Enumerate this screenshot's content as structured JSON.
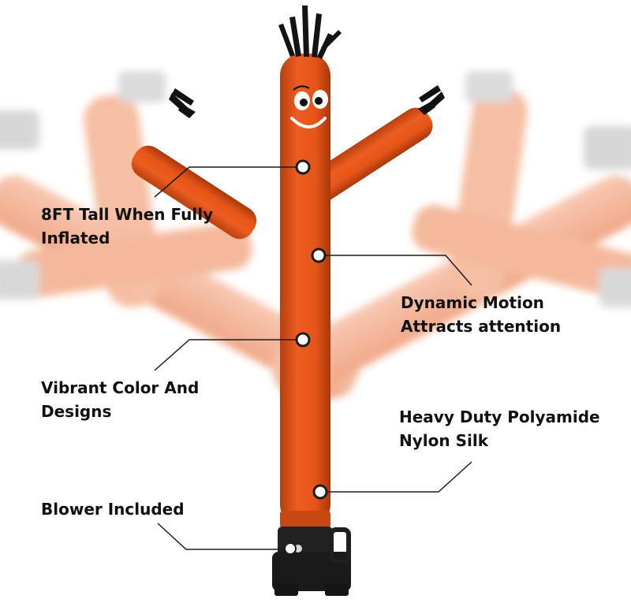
{
  "product": {
    "body_color": "#e2551c",
    "base_color": "#1f1f1f"
  },
  "callouts": {
    "height": {
      "line1": "8FT Tall When Fully",
      "line2": "Inflated"
    },
    "motion": {
      "line1": "Dynamic Motion",
      "line2": "Attracts attention"
    },
    "color": {
      "line1": "Vibrant Color And",
      "line2": "Designs"
    },
    "material": {
      "line1": "Heavy Duty Polyamide",
      "line2": "Nylon Silk"
    },
    "blower": {
      "line1": "Blower Included"
    }
  },
  "icons": [
    "face",
    "hair-tassel",
    "hand-tassel",
    "callout-dot",
    "blower"
  ]
}
